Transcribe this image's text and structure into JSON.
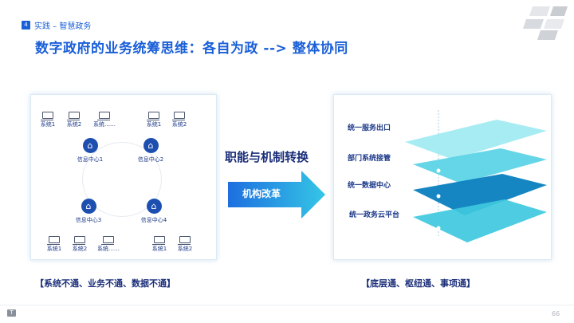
{
  "header": {
    "section_number": "4",
    "section_label": "实践 – 智慧政务",
    "title": "数字政府的业务统筹思维：各自为政 --> 整体协同"
  },
  "left_diagram": {
    "hubs": [
      "信息中心1",
      "信息中心2",
      "信息中心3",
      "信息中心4"
    ],
    "systems_top_left": [
      "系统1",
      "系统2",
      "系统……"
    ],
    "systems_top_right": [
      "系统1",
      "系统2"
    ],
    "systems_bottom_left": [
      "系统1",
      "系统2",
      "系统……"
    ],
    "systems_bottom_right": [
      "系统1",
      "系统2"
    ],
    "caption": "【系统不通、业务不通、数据不通】"
  },
  "middle": {
    "title": "职能与机制转换",
    "arrow_label": "机构改革"
  },
  "right_diagram": {
    "layers": [
      "统一服务出口",
      "部门系统接管",
      "统一数据中心",
      "统一政务云平台"
    ],
    "caption": "【底层通、枢纽通、事项通】"
  },
  "footer": {
    "page_number": "66"
  },
  "colors": {
    "accent_blue": "#1a5fd8",
    "navy": "#1b2f7a",
    "layer_light": "#9eeaf2",
    "layer_mid": "#58d3e6",
    "layer_dark": "#0a7fc0",
    "layer_cyan": "#3fc9e0"
  }
}
